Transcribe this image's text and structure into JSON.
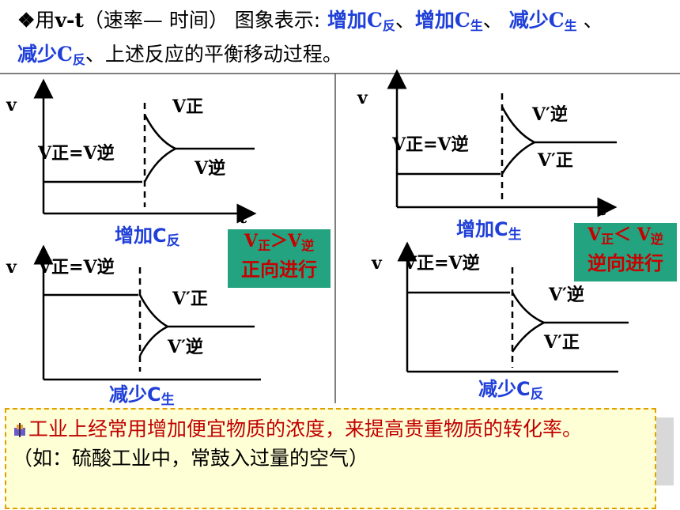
{
  "title": {
    "bullet": "❖",
    "pre": "用",
    "vt": "v-t",
    "paren": "（速率— 时间）",
    "mid": " 图象表示:",
    "items": [
      {
        "base": "增加C",
        "sub": "反",
        "sep": "、"
      },
      {
        "base": "增加C",
        "sub": "生",
        "sep": "、 "
      },
      {
        "base": "减少C",
        "sub": "生",
        "sep": " 、"
      },
      {
        "base": "减少C",
        "sub": "反",
        "sep": ""
      }
    ],
    "tail": "、上述反应的平衡移动过程。"
  },
  "graphs": [
    {
      "v_axis": "v",
      "t_axis": "t",
      "eq_label": "V正=V逆",
      "upper_label": "V正",
      "lower_label": "V逆",
      "caption_base": "增加C",
      "caption_sub": "反"
    },
    {
      "v_axis": "v",
      "t_axis": "t",
      "eq_label": "V正=V逆",
      "upper_label": "V′逆",
      "lower_label": "V′正",
      "caption_base": "增加C",
      "caption_sub": "生"
    },
    {
      "v_axis": "v",
      "t_axis": "",
      "eq_label": "V正=V逆",
      "upper_label": "V′正",
      "lower_label": "V′逆",
      "caption_base": "减少C",
      "caption_sub": "生"
    },
    {
      "v_axis": "v",
      "t_axis": "",
      "eq_label": "V正=V逆",
      "upper_label": "V′逆",
      "lower_label": "V′正",
      "caption_base": "减少C",
      "caption_sub": "反"
    }
  ],
  "callouts": [
    {
      "v1": "V",
      "s1": "正",
      "op": "＞",
      "v2": "V",
      "s2": "逆",
      "line2": "正向进行"
    },
    {
      "v1": "V",
      "s1": "正",
      "op": "＜ ",
      "v2": "V",
      "s2": "逆",
      "line2": "逆向进行"
    }
  ],
  "note": {
    "line1": "工业上经常用增加便宜物质的浓度，来提高贵重物质的转化率。",
    "line2": "（如：硫酸工业中，常鼓入过量的空气）"
  },
  "colors": {
    "blue": "#1f3fd8",
    "red": "#c80000",
    "callout_bg": "#23a37f",
    "note_bg": "#ffffd6",
    "note_border": "#e0a000"
  }
}
